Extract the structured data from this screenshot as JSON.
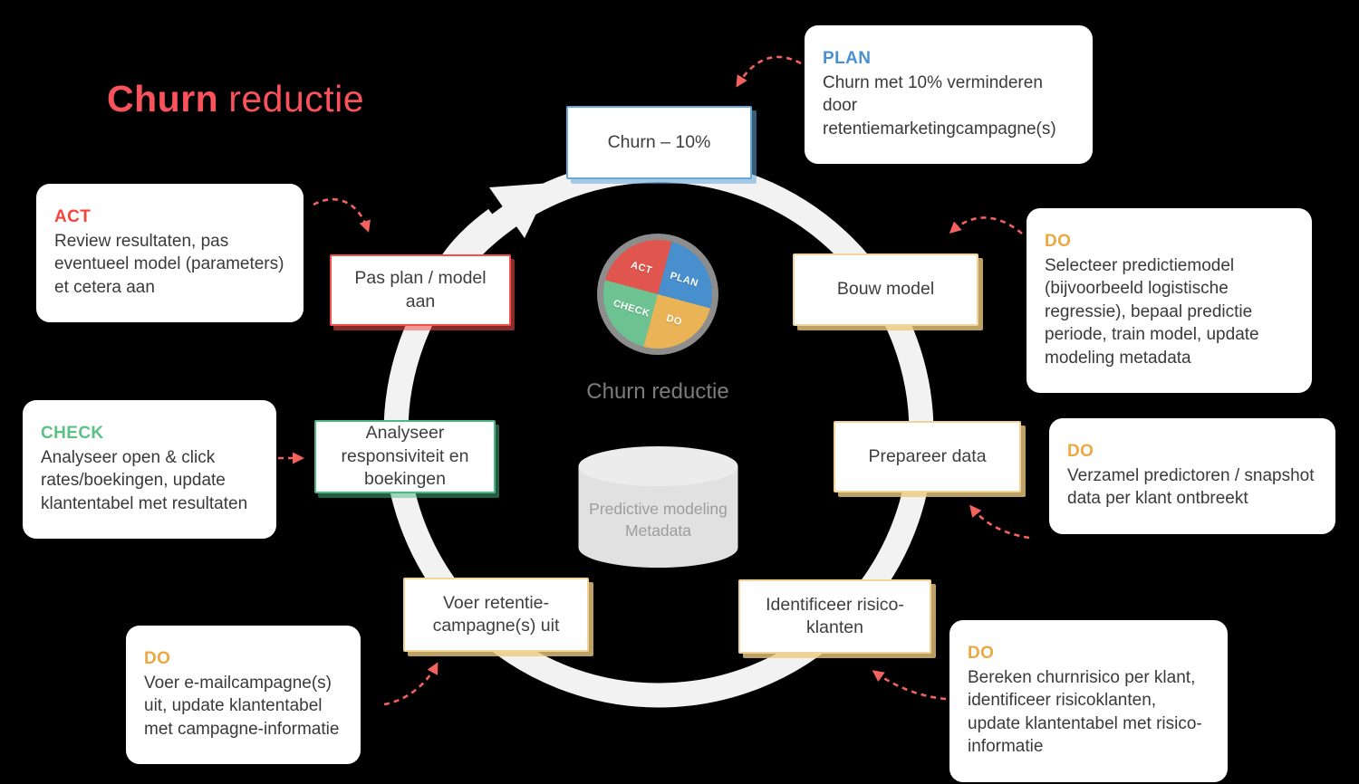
{
  "title": {
    "emphasis": "Churn",
    "rest": "reductie"
  },
  "pdca_wheel": {
    "caption": "Churn reductie",
    "segments": [
      {
        "id": "plan",
        "label": "PLAN",
        "color": "#478fcd"
      },
      {
        "id": "do",
        "label": "DO",
        "color": "#eab355"
      },
      {
        "id": "check",
        "label": "CHECK",
        "color": "#6cc391"
      },
      {
        "id": "act",
        "label": "ACT",
        "color": "#e0564e"
      }
    ],
    "ring_color": "#8d8d8d"
  },
  "database": {
    "line1": "Predictive modeling",
    "line2": "Metadata"
  },
  "nodes": [
    {
      "id": "goal",
      "label": "Churn – 10%",
      "accent": "#68a9dc"
    },
    {
      "id": "build-model",
      "label": "Bouw model",
      "accent": "#f0d49a"
    },
    {
      "id": "prepare-data",
      "label": "Prepareer data",
      "accent": "#f0d49a"
    },
    {
      "id": "identify-risk",
      "label": "Identificeer risico-klanten",
      "accent": "#f0d49a"
    },
    {
      "id": "run-campaign",
      "label": "Voer retentie-campagne(s) uit",
      "accent": "#f0d49a"
    },
    {
      "id": "analyse",
      "label": "Analyseer responsiviteit en boekingen",
      "accent": "#4bb983"
    },
    {
      "id": "adjust-plan",
      "label": "Pas plan / model aan",
      "accent": "#f5504e"
    }
  ],
  "callouts": [
    {
      "id": "plan",
      "phase": "PLAN",
      "color": "#4a90ce",
      "text": "Churn met 10% verminderen door retentiemarketingcampagne(s)"
    },
    {
      "id": "do-model",
      "phase": "DO",
      "color": "#eca942",
      "text": "Selecteer predictiemodel (bijvoorbeeld logistische regressie), bepaal predictie periode, train model, update modeling metadata"
    },
    {
      "id": "do-data",
      "phase": "DO",
      "color": "#eca942",
      "text": "Verzamel predictoren / snapshot data per klant ontbreekt"
    },
    {
      "id": "do-risk",
      "phase": "DO",
      "color": "#eca942",
      "text": "Bereken churnrisico per klant, identificeer risicoklanten, update klantentabel met risico-informatie"
    },
    {
      "id": "do-campaign",
      "phase": "DO",
      "color": "#eca942",
      "text": "Voer e-mailcampagne(s) uit, update klantentabel met campagne-informatie"
    },
    {
      "id": "check",
      "phase": "CHECK",
      "color": "#5bc284",
      "text": "Analyseer open & click rates/boekingen, update klantentabel met resultaten"
    },
    {
      "id": "act",
      "phase": "ACT",
      "color": "#f8423c",
      "text": "Review resultaten, pas eventueel model (parameters) et cetera aan"
    }
  ],
  "colors": {
    "title_red": "#fa525a",
    "dashed_arrow_red": "#f3625e",
    "cycle_ring_gray": "#f2f2f2"
  }
}
